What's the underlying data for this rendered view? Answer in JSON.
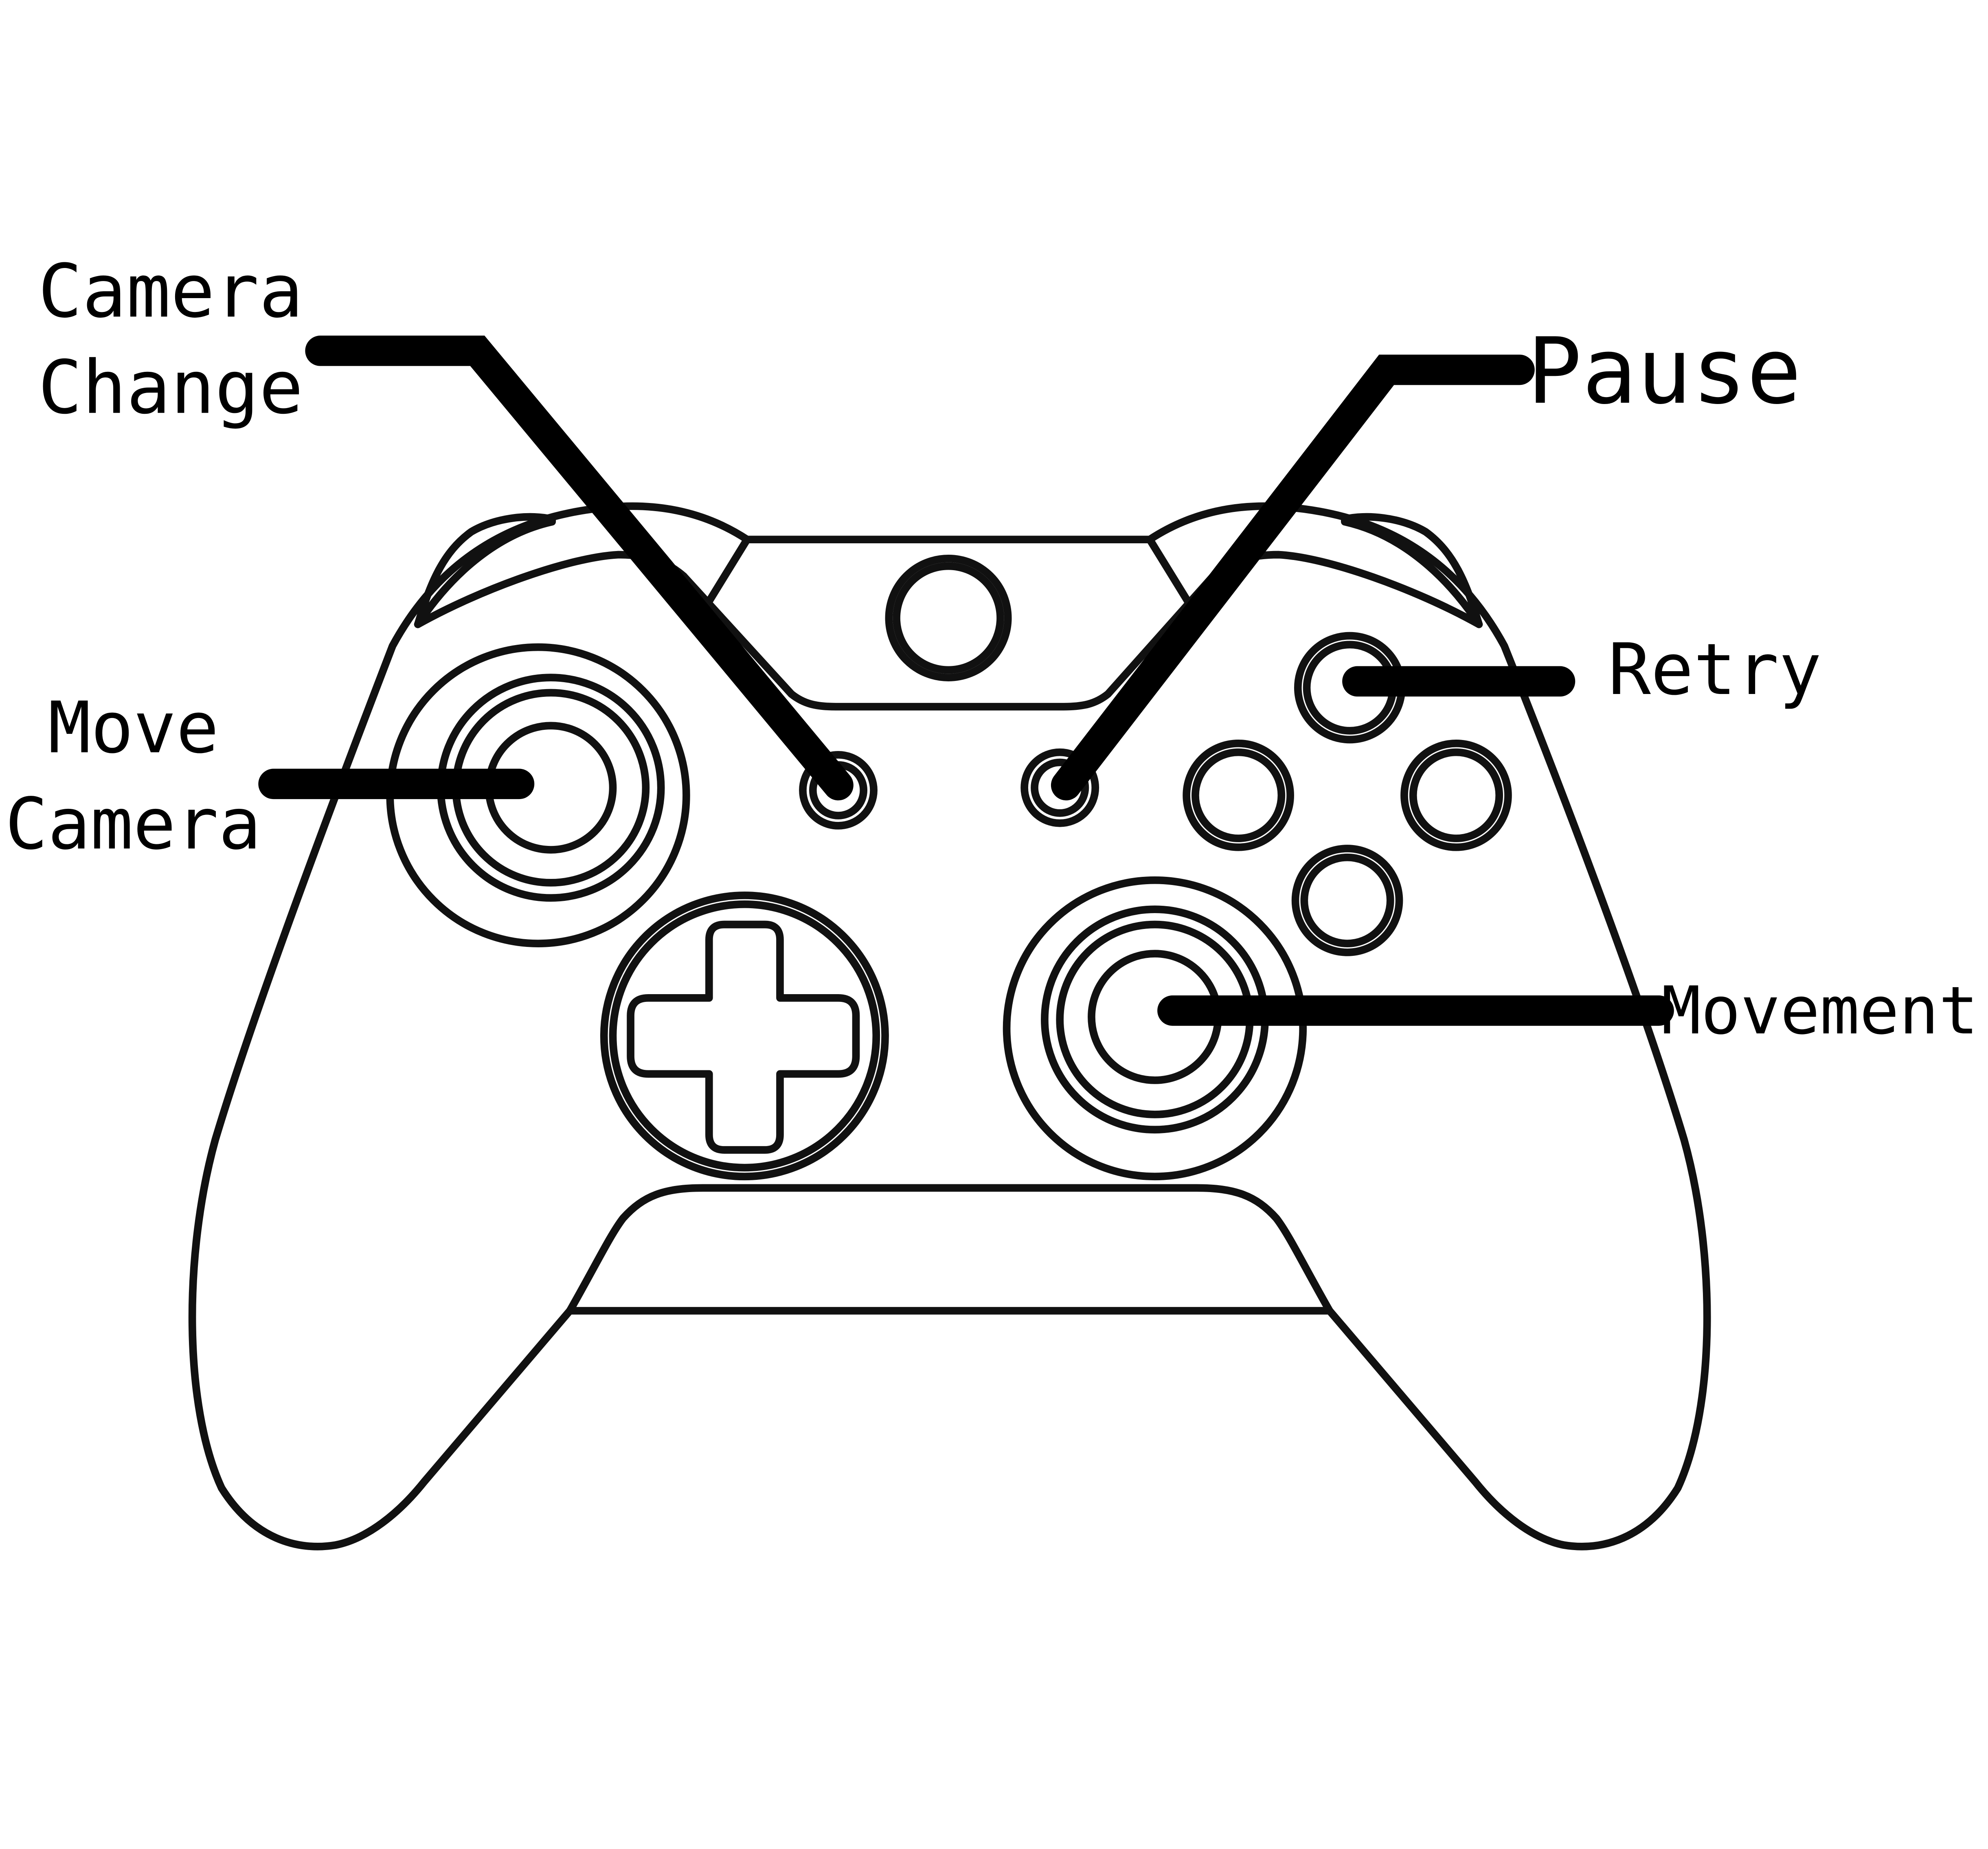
{
  "labels": {
    "camera_change": [
      "Camera",
      "Change"
    ],
    "pause": "Pause",
    "move_camera": [
      "Move",
      "Camera"
    ],
    "retry": "Retry",
    "movement": "Movement"
  },
  "colors": {
    "background": "#ffffff",
    "outline": "#111111",
    "leader_line": "#000000"
  },
  "icons": {
    "controller": "game-controller-outline"
  }
}
